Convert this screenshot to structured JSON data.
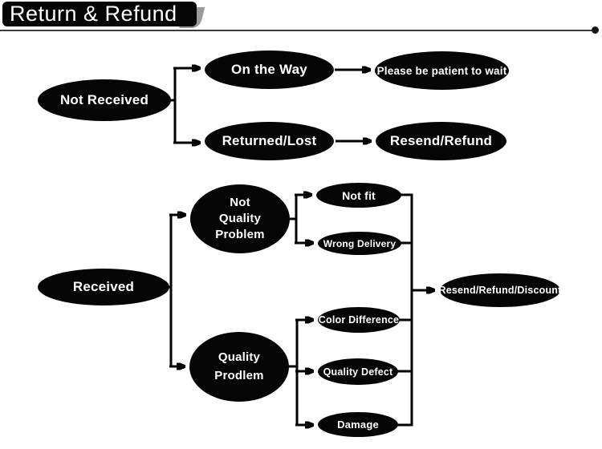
{
  "page": {
    "background": "#ffffff"
  },
  "header": {
    "title": "Return & Refund",
    "bar_color": "#050505",
    "text_color": "#ffffff",
    "rule_color": "#3a3a3a",
    "shadow_color": "#9a9a9a"
  },
  "diagram": {
    "node_fill": "#050505",
    "node_text_color": "#ffffff",
    "connector_color": "#000000",
    "flowchart": {
      "not_received_branch": {
        "root": "Not Received",
        "on_the_way": "On the Way",
        "please_wait": "Please be patient to wait",
        "returned_lost": "Returned/Lost",
        "resend_refund": "Resend/Refund"
      },
      "received_branch": {
        "root": "Received",
        "not_quality_problem": "Not\nQuality\nProblem",
        "not_fit": "Not fit",
        "wrong_delivery": "Wrong Delivery",
        "quality_problem": "Quality\nProdlem",
        "color_difference": "Color Difference",
        "quality_defect": "Quality Defect",
        "damage": "Damage",
        "outcome": "Resend/Refund/Discount"
      }
    }
  }
}
